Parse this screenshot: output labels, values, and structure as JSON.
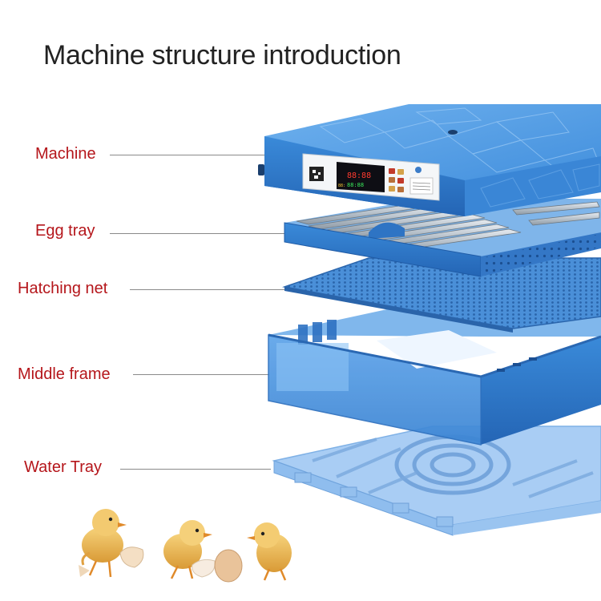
{
  "title": "Machine structure introduction",
  "parts": [
    {
      "label": "Machine"
    },
    {
      "label": "Egg tray"
    },
    {
      "label": "Hatching net"
    },
    {
      "label": "Middle frame"
    },
    {
      "label": "Water Tray"
    }
  ],
  "display": {
    "main_digits": "88:88",
    "small_digits": "88:88",
    "tiny_digits": "88:"
  },
  "colors": {
    "shell_blue": "#2f7fd4",
    "shell_dark": "#1e5fae",
    "label_red": "#b5161b",
    "tray_light": "#a9cdf4"
  },
  "icons": [
    "chick-icon",
    "eggshell-icon",
    "egg-icon"
  ]
}
